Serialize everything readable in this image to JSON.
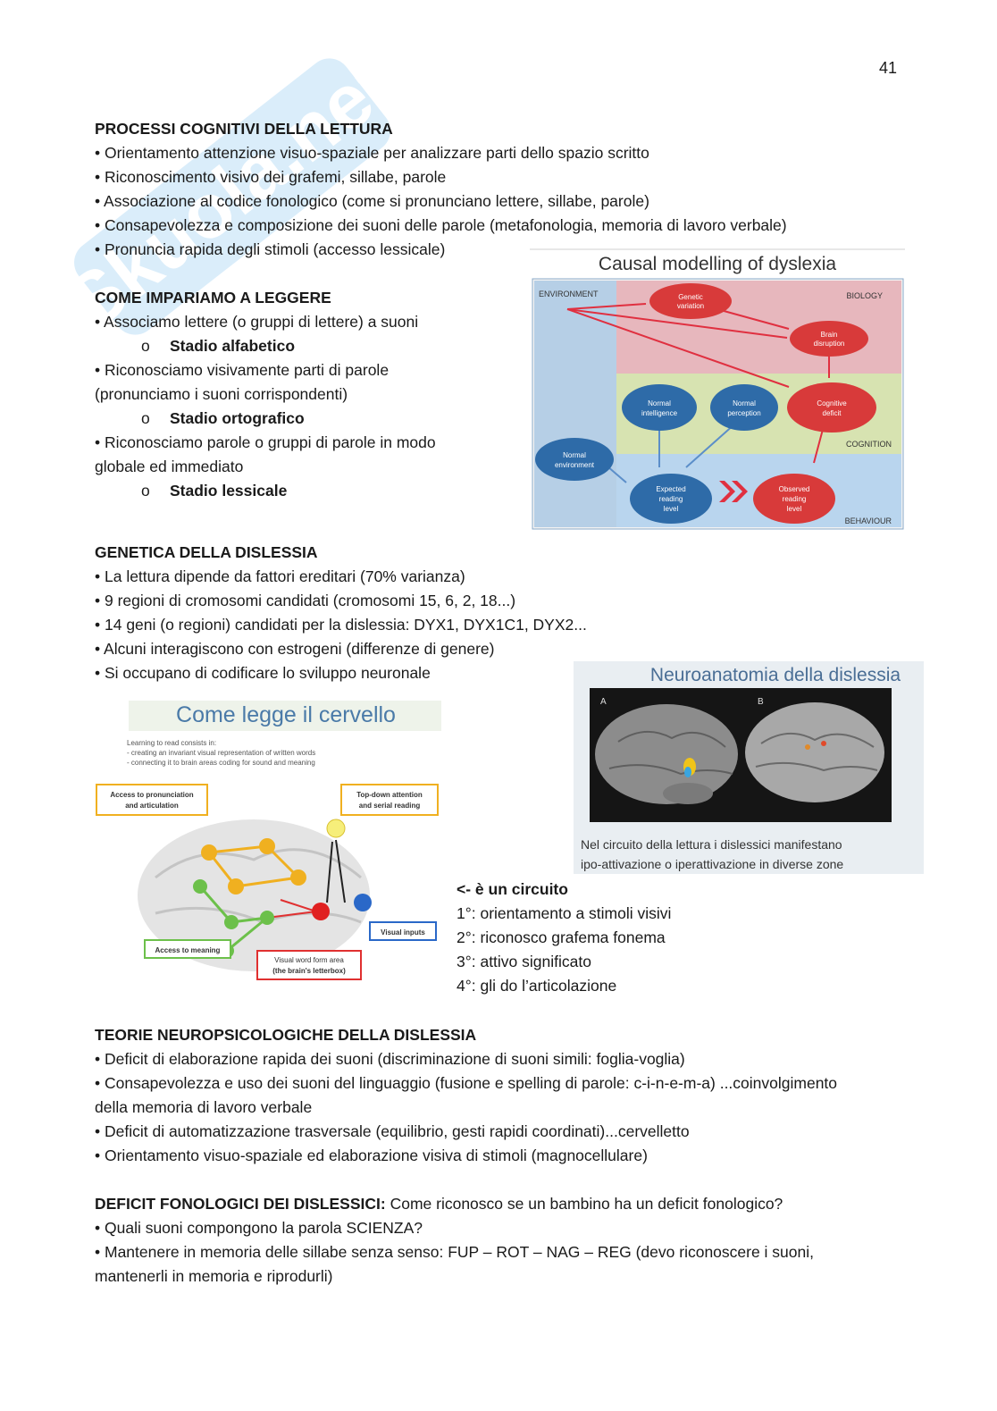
{
  "page_number": "41",
  "watermark_text": "Skuola.net",
  "sections": {
    "processi": {
      "title": "PROCESSI COGNITIVI DELLA LETTURA",
      "items": [
        "• Orientamento attenzione visuo-spaziale per analizzare parti dello spazio scritto",
        "• Riconoscimento visivo dei grafemi, sillabe, parole",
        "• Associazione al codice fonologico (come si pronunciano lettere, sillabe, parole)",
        "• Consapevolezza e composizione dei suoni delle parole (metafonologia, memoria di lavoro verbale)",
        "• Pronuncia rapida degli stimoli (accesso lessicale)"
      ]
    },
    "imparare": {
      "title": "COME IMPARIAMO A LEGGERE",
      "l1": "• Associamo lettere (o gruppi di lettere) a suoni",
      "s1_bullet": "o",
      "s1": "Stadio alfabetico",
      "l2": "• Riconosciamo visivamente parti di parole",
      "l3": "(pronunciamo i suoni corrispondenti)",
      "s2_bullet": "o",
      "s2": "Stadio ortografico",
      "l4": "• Riconosciamo parole o gruppi di parole in modo",
      "l5": "globale ed immediato",
      "s3_bullet": "o",
      "s3": "Stadio lessicale"
    },
    "genetica": {
      "title": "GENETICA DELLA DISLESSIA",
      "items": [
        "• La lettura dipende da fattori ereditari (70% varianza)",
        "• 9 regioni di cromosomi candidati (cromosomi 15, 6, 2, 18...)",
        "• 14 geni (o regioni) candidati per la dislessia: DYX1, DYX1C1, DYX2...",
        "• Alcuni interagiscono con estrogeni (differenze di genere)",
        "• Si occupano di codificare lo sviluppo neuronale"
      ]
    },
    "circuito": {
      "title": "<- è un circuito",
      "items": [
        "1°: orientamento a stimoli visivi",
        "2°: riconosco grafema fonema",
        "3°: attivo significato",
        "4°: gli do l’articolazione"
      ]
    },
    "teorie": {
      "title": "TEORIE NEUROPSICOLOGICHE DELLA DISLESSIA",
      "items": [
        "• Deficit di elaborazione rapida dei suoni (discriminazione di suoni simili: foglia-voglia)",
        "• Consapevolezza e uso dei suoni del linguaggio (fusione e spelling di parole: c-i-n-e-m-a) ...coinvolgimento",
        "della memoria di lavoro verbale",
        "• Deficit di automatizzazione trasversale (equilibrio, gesti rapidi coordinati)...cervelletto",
        "• Orientamento visuo-spaziale ed elaborazione visiva di stimoli (magnocellulare)"
      ]
    },
    "deficit": {
      "title": "DEFICIT FONOLOGICI DEI DISLESSICI:",
      "title_rest": " Come riconosco se un bambino ha un deficit fonologico?",
      "items": [
        "• Quali suoni compongono la parola SCIENZA?",
        "• Mantenere in memoria delle sillabe senza senso: FUP – ROT – NAG – REG (devo riconoscere i suoni,",
        "mantenerli in memoria e riprodurli)"
      ]
    }
  },
  "fig_causal": {
    "title": "Causal modelling of dyslexia",
    "environment": "ENVIRONMENT",
    "biology": "BIOLOGY",
    "cognition": "COGNITION",
    "behaviour": "BEHAVIOUR",
    "genetic1": "Genetic",
    "genetic2": "variation",
    "brain1": "Brain",
    "brain2": "disruption",
    "intel1": "Normal",
    "intel2": "intelligence",
    "perc1": "Normal",
    "perc2": "perception",
    "cog1": "Cognitive",
    "cog2": "deficit",
    "env1": "Normal",
    "env2": "environment",
    "exp1": "Expected",
    "exp2": "reading",
    "exp3": "level",
    "obs1": "Observed",
    "obs2": "reading",
    "obs3": "level"
  },
  "fig_neuro": {
    "title": "Neuroanatomia della dislessia",
    "label_a": "A",
    "label_b": "B",
    "caption1": "Nel circuito della lettura i dislessici manifestano",
    "caption2": "ipo-attivazione o iperattivazione in diverse zone"
  },
  "fig_cervello": {
    "title": "Come legge il cervello",
    "intro": "Learning to read consists in:",
    "p1": "- creating an invariant visual representation of written words",
    "p2": "- connecting it to brain areas coding for sound and meaning",
    "box_pron1": "Access to pronunciation",
    "box_pron2": "and articulation",
    "box_top1": "Top-down attention",
    "box_top2": "and serial reading",
    "box_meaning": "Access to meaning",
    "box_vwfa1": "Visual word form area",
    "box_vwfa2": "(the brain's letterbox)",
    "box_visual": "Visual inputs"
  }
}
